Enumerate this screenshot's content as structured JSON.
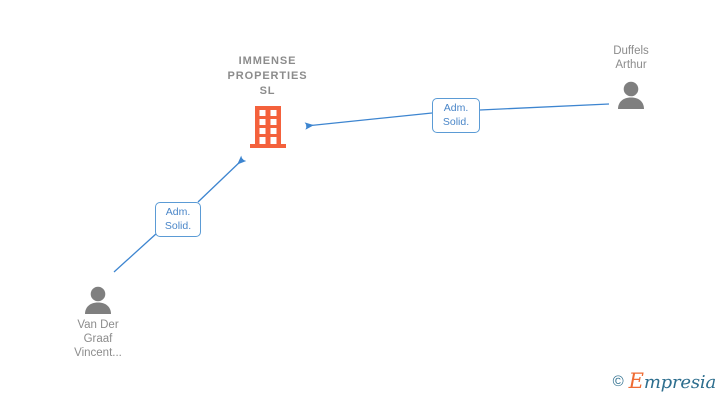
{
  "graph": {
    "company": {
      "name": "IMMENSE\nPROPERTIES\nSL",
      "icon": "building-icon",
      "color": "#f4613c"
    },
    "people": [
      {
        "id": "duffels-arthur",
        "name": "Duffels\nArthur",
        "icon": "person-icon",
        "color": "#7f7f7f"
      },
      {
        "id": "van-der-graaf-vincent",
        "name": "Van Der\nGraaf\nVincent...",
        "icon": "person-icon",
        "color": "#7f7f7f"
      }
    ],
    "edges": [
      {
        "id": "edge-duffels-arthur",
        "from": "duffels-arthur",
        "to": "immense-properties-sl",
        "label": "Adm.\nSolid.",
        "color": "#4a86c8"
      },
      {
        "id": "edge-van-der-graaf-vincent",
        "from": "van-der-graaf-vincent",
        "to": "immense-properties-sl",
        "label": "Adm.\nSolid.",
        "color": "#4a86c8"
      }
    ]
  },
  "watermark": {
    "copyright": "©",
    "brand_initial": "E",
    "brand_rest": "mpresia",
    "accent_color": "#ef6b33",
    "text_color": "#2d6e8e"
  }
}
